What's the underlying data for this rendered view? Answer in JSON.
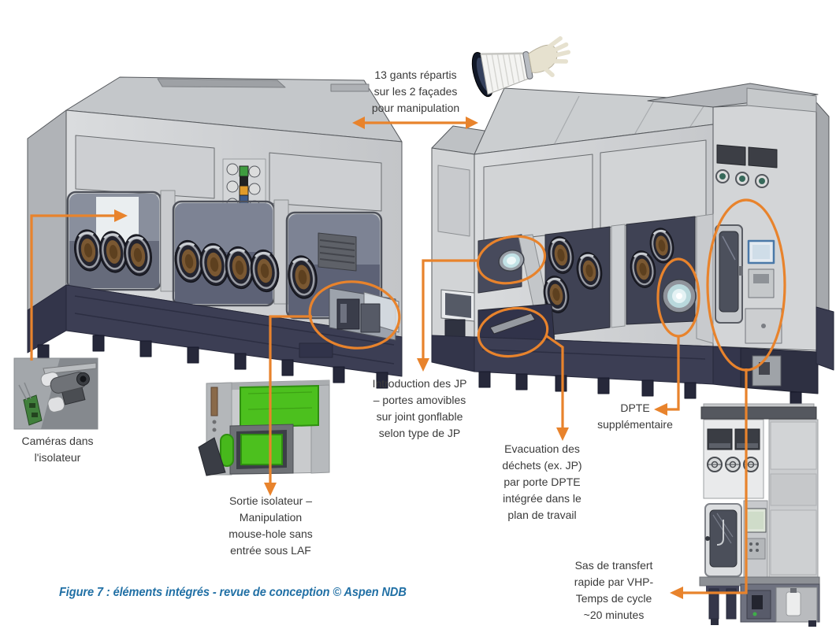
{
  "figure": {
    "caption": "Figure 7 : éléments intégrés - revue de conception © Aspen NDB"
  },
  "colors": {
    "accent_orange": "#e8832c",
    "caption_blue": "#2170a5",
    "machine_base_navy": "#3c3e54",
    "highlight_green": "#4cc01e"
  },
  "annotations": {
    "gloves": {
      "text": "13 gants répartis\nsur les 2 façades\npour manipulation"
    },
    "cameras": {
      "text": "Caméras dans\nl'isolateur"
    },
    "sortie_isolateur": {
      "text": "Sortie isolateur –\nManipulation\nmouse-hole sans\nentrée sous LAF"
    },
    "introduction_jp": {
      "text": "Introduction des JP\n– portes amovibles\nsur joint gonflable\nselon type de JP"
    },
    "evacuation_dechets": {
      "text": "Evacuation des\ndéchets (ex. JP)\npar porte DPTE\nintégrée dans le\nplan de travail"
    },
    "dpte_supplementaire": {
      "text": "DPTE\nsupplémentaire"
    },
    "sas_transfert": {
      "text": "Sas de transfert\nrapide par VHP-\nTemps de cycle\n~20 minutes"
    }
  }
}
